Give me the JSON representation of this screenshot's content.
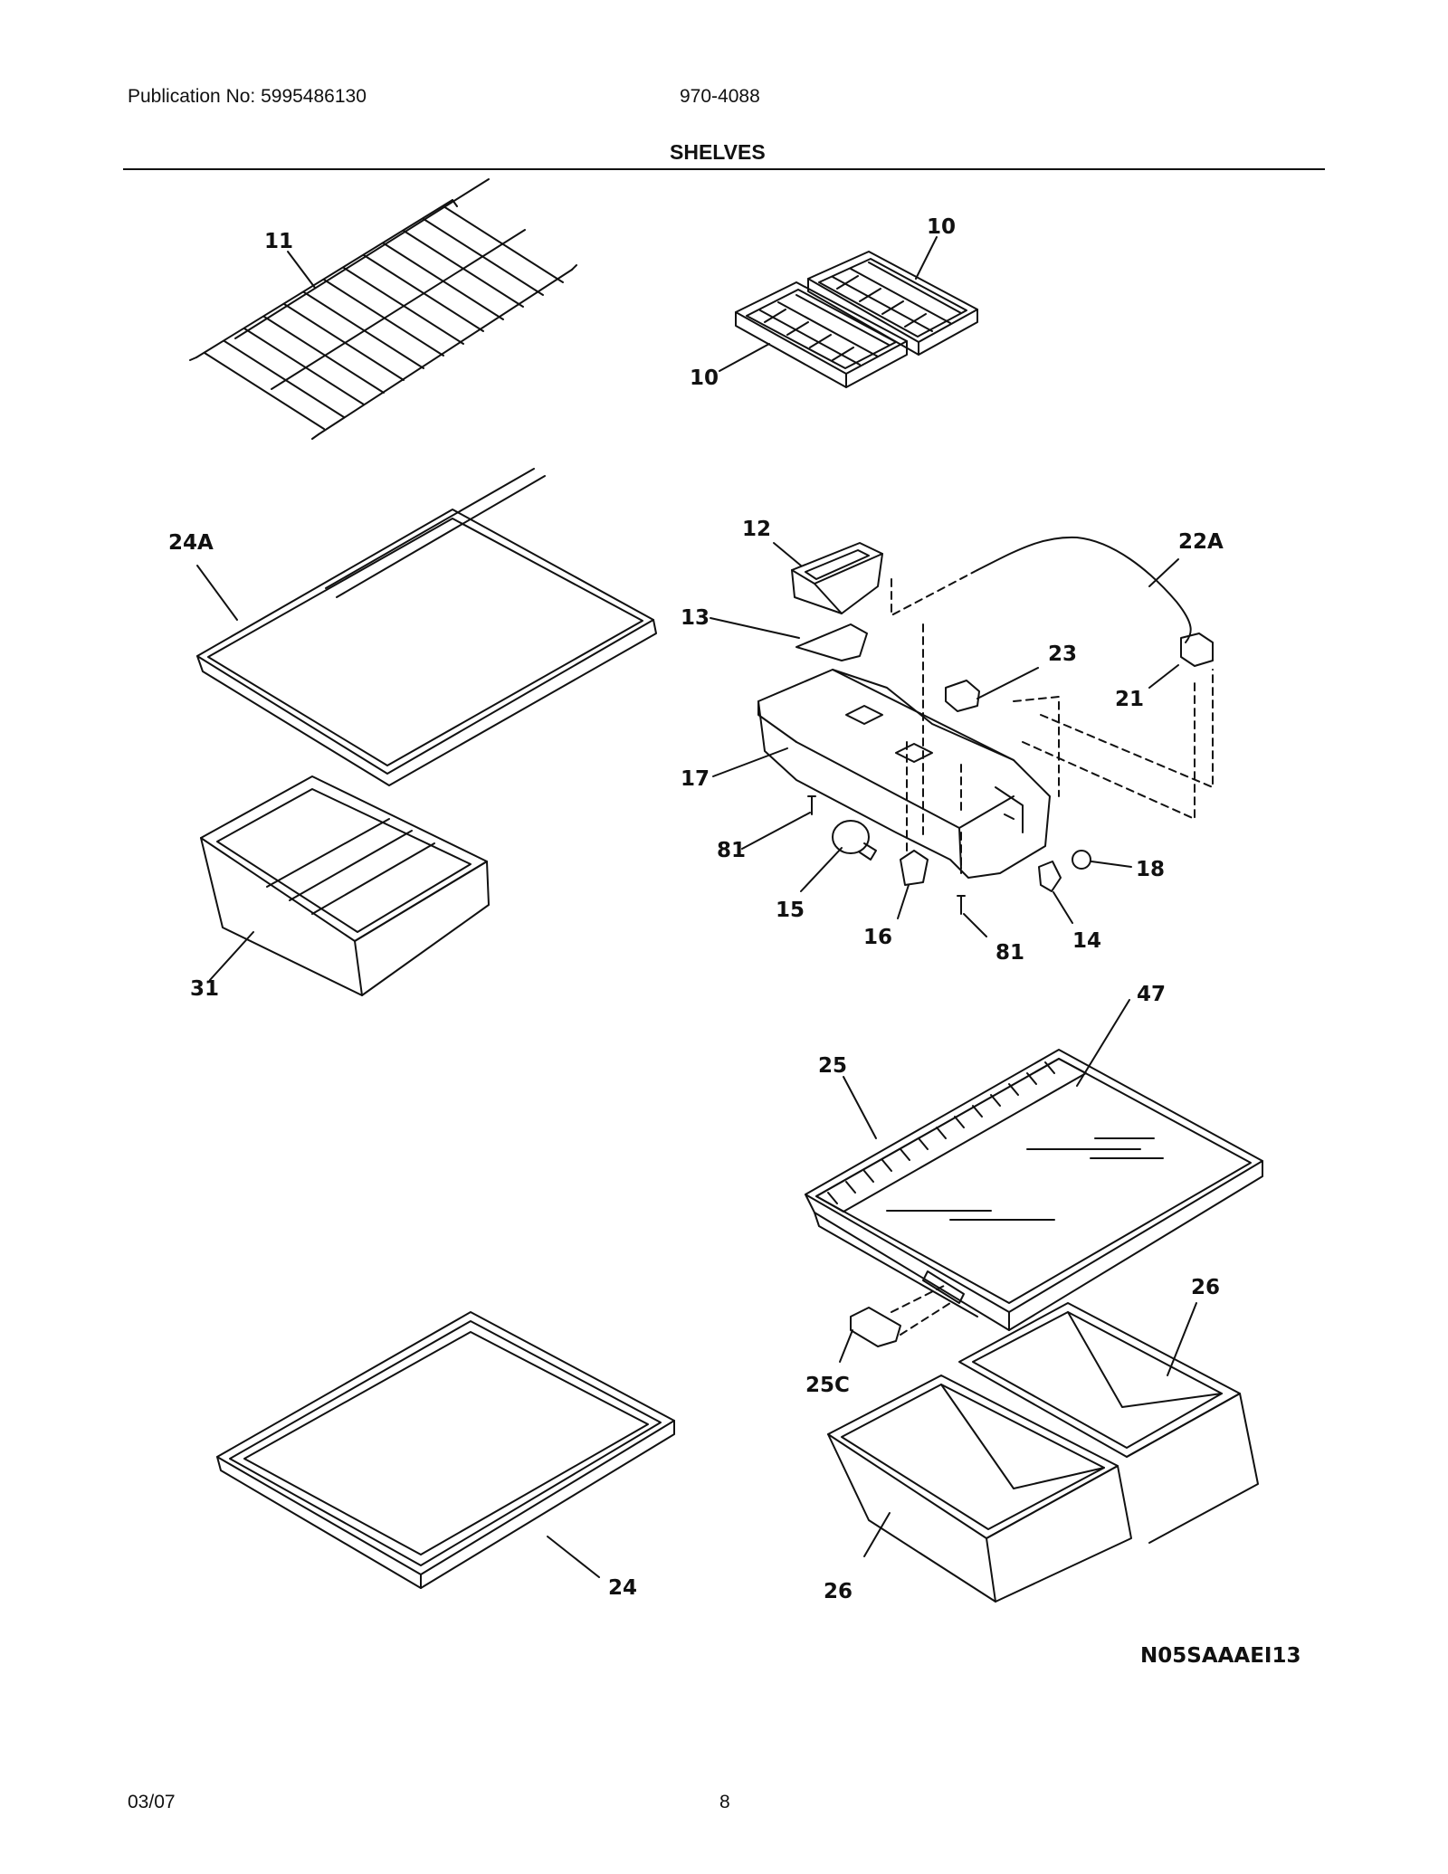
{
  "header": {
    "publication": "Publication No: 5995486130",
    "model": "970-4088",
    "title": "SHELVES"
  },
  "callouts": {
    "c11": "11",
    "c10a": "10",
    "c10b": "10",
    "c24A": "24A",
    "c12": "12",
    "c22A": "22A",
    "c13": "13",
    "c23": "23",
    "c21": "21",
    "c17": "17",
    "c81a": "81",
    "c18": "18",
    "c15": "15",
    "c16": "16",
    "c81b": "81",
    "c14": "14",
    "c31": "31",
    "c47": "47",
    "c25": "25",
    "c26a": "26",
    "c25C": "25C",
    "c24": "24",
    "c26b": "26"
  },
  "diagram_code": "N05SAAAEI13",
  "footer": {
    "date": "03/07",
    "page": "8"
  }
}
